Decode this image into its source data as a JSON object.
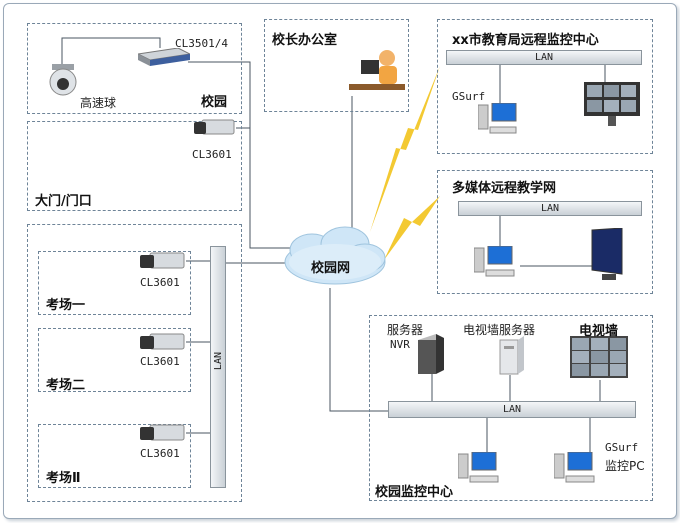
{
  "labels": {
    "campus_top": "校园",
    "switch_model": "CL3501/4",
    "speed_dome": "高速球",
    "gate_cam": "CL3601",
    "gate_area": "大门/门口",
    "principal_office": "校长办公室",
    "edu_bureau": "xx市教育局远程监控中心",
    "edu_lan": "LAN",
    "gsurf_top": "GSurf",
    "multimedia_net": "多媒体远程教学网",
    "mm_lan": "LAN",
    "campus_net": "校园网",
    "exam_lan": "LAN",
    "exam1_cam": "CL3601",
    "exam1": "考场一",
    "exam2_cam": "CL3601",
    "exam2": "考场二",
    "exam3_cam": "CL3601",
    "exam3": "考场Ⅱ",
    "server": "服务器",
    "nvr": "NVR",
    "tv_wall_server": "电视墙服务器",
    "tv_wall": "电视墙",
    "center_lan": "LAN",
    "gsurf_bottom": "GSurf",
    "monitor_pc": "监控PC",
    "campus_center": "校园监控中心"
  },
  "colors": {
    "cloud": "#cfe6f7",
    "lightning": "#f2c31c",
    "line": "#4a5560",
    "border": "#6e8498"
  }
}
